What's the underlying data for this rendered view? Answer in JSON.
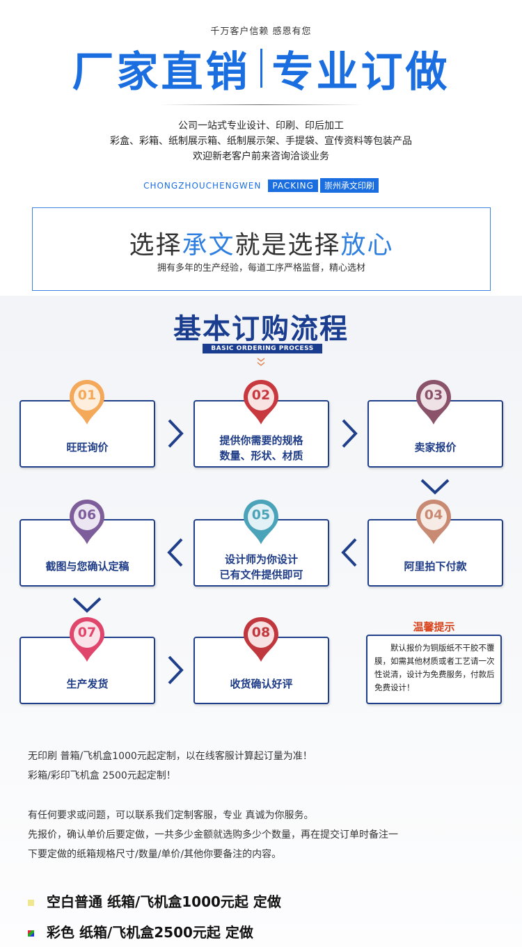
{
  "header": {
    "tagline": "千万客户信赖 感恩有您",
    "headline_left": "厂家直销",
    "headline_right": "专业订做",
    "intro_lines": [
      "公司一站式专业设计、印刷、印后加工",
      "彩盒、彩箱、纸制展示箱、纸制展示架、手提袋、宣传资料等包装产品",
      "欢迎新老客户前来咨询洽谈业务"
    ],
    "pill_en": "CHONGZHOUCHENGWEN",
    "pill_packing": "PACKING",
    "pill_cn": "崇州承文印刷"
  },
  "promise": {
    "part1": "选择",
    "part2": "承文",
    "part3": "就是选择",
    "part4": "放心",
    "subtitle": "拥有多年的生产经验，每道工序严格监督，精心选材"
  },
  "process": {
    "title": "基本订购流程",
    "subtitle": "BASIC ORDERING PROCESS",
    "steps": [
      {
        "num": "01",
        "line1": "旺旺询价",
        "line2": ""
      },
      {
        "num": "02",
        "line1": "提供你需要的规格",
        "line2": "数量、形状、材质"
      },
      {
        "num": "03",
        "line1": "卖家报价",
        "line2": ""
      },
      {
        "num": "04",
        "line1": "阿里拍下付款",
        "line2": ""
      },
      {
        "num": "05",
        "line1": "设计师为你设计",
        "line2": "已有文件提供即可"
      },
      {
        "num": "06",
        "line1": "截图与您确认定稿",
        "line2": ""
      },
      {
        "num": "07",
        "line1": "生产发货",
        "line2": ""
      },
      {
        "num": "08",
        "line1": "收货确认好评",
        "line2": ""
      }
    ],
    "notice_title": "温馨提示",
    "notice_text": "默认报价为铜版纸不干胶不覆膜，如需其他材质或者工艺请一次性说清，设计为免费服务，付款后免费设计！"
  },
  "notes": {
    "line1": "无印刷 普箱/飞机盒1000元起定制，以在线客服计算起订量为准！",
    "line2": "彩箱/彩印飞机盒 2500元起定制！",
    "line3": "有任何要求或问题，可以联系我们定制客服，专业 真诚为你服务。",
    "line4": "先报价，确认单价后要定做，一共多少金额就选购多少个数量，再在提交订单时备注一",
    "line5": "下要定做的纸箱规格尺寸/数量/单价/其他你要备注的内容。"
  },
  "pricing": {
    "blank": "空白普通  纸箱/飞机盒1000元起  定做",
    "color": "彩色  纸箱/飞机盒2500元起  定做"
  },
  "colors": {
    "accent_blue": "#1a6ee0",
    "navy": "#1f3f8a",
    "notice_red": "#d9431c",
    "pin_colors": [
      "#f3a85a",
      "#c8393f",
      "#8a5369",
      "#c98a73",
      "#4aa3b8",
      "#7d5d9a",
      "#e0466b",
      "#c0383d"
    ]
  }
}
